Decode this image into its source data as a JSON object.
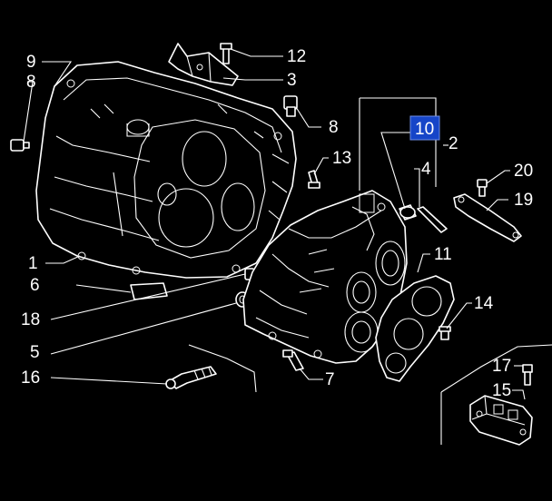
{
  "labels": {
    "l9": "9",
    "l8a": "8",
    "l1": "1",
    "l6": "6",
    "l18": "18",
    "l5": "5",
    "l16": "16",
    "l12": "12",
    "l3": "3",
    "l8b": "8",
    "l13": "13",
    "l10": "10",
    "l2": "2",
    "l4": "4",
    "l20": "20",
    "l19": "19",
    "l11": "11",
    "l14": "14",
    "l7": "7",
    "l17": "17",
    "l15": "15"
  },
  "colors": {
    "background": "#000000",
    "line": "#ffffff",
    "highlight": "#1645c8"
  },
  "highlighted_callout": "10"
}
